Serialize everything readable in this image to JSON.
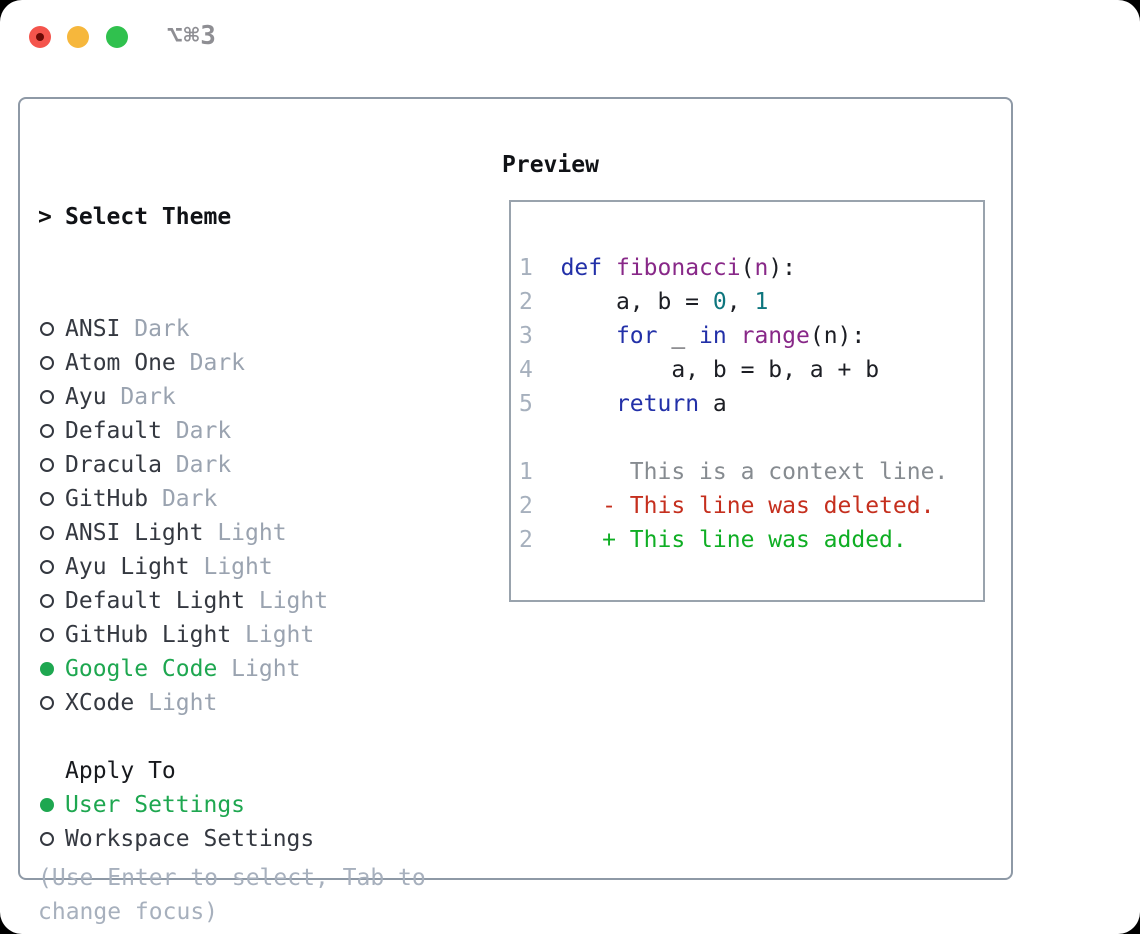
{
  "colors": {
    "light-red": "#f4544c",
    "light-red-dot": "#6b0a06",
    "light-yellow": "#f6b73c",
    "light-green": "#30c14e",
    "title-gray": "#8e8e93",
    "panel-border": "#8e99a6",
    "preview-border": "#99a3ad",
    "accent-green": "#1ea750",
    "item-dark": "#343840",
    "muted-gray": "#9aa3b0",
    "help-gray": "#a7b0bd",
    "line-number": "#a6b0bd",
    "code-plain": "#1c1e24",
    "syn-keyword": "#2230a8",
    "syn-name": "#882888",
    "syn-number": "#0e767e",
    "diff-context": "#868b90",
    "diff-deleted": "#c52f1e",
    "diff-added": "#0fae24"
  },
  "window": {
    "title": "⌥⌘3",
    "traffic_lights": [
      "close",
      "minimize",
      "zoom"
    ]
  },
  "theme_selector": {
    "header": {
      "marker": ">",
      "label": "Select Theme"
    },
    "items": [
      {
        "name": "ANSI",
        "variant": " Dark",
        "selected": false
      },
      {
        "name": "Atom One",
        "variant": " Dark",
        "selected": false
      },
      {
        "name": "Ayu",
        "variant": " Dark",
        "selected": false
      },
      {
        "name": "Default",
        "variant": " Dark",
        "selected": false
      },
      {
        "name": "Dracula",
        "variant": " Dark",
        "selected": false
      },
      {
        "name": "GitHub",
        "variant": " Dark",
        "selected": false
      },
      {
        "name": "ANSI Light",
        "variant": " Light",
        "selected": false
      },
      {
        "name": "Ayu Light",
        "variant": " Light",
        "selected": false
      },
      {
        "name": "Default Light",
        "variant": " Light",
        "selected": false
      },
      {
        "name": "GitHub Light",
        "variant": " Light",
        "selected": false
      },
      {
        "name": "Google Code",
        "variant": " Light",
        "selected": true
      },
      {
        "name": "XCode",
        "variant": " Light",
        "selected": false
      }
    ],
    "apply_to": {
      "label": "Apply To",
      "options": [
        {
          "name": "User Settings",
          "selected": true
        },
        {
          "name": "Workspace Settings",
          "selected": false
        }
      ]
    },
    "help_lines": [
      "(Use Enter to select, Tab to",
      "change focus)"
    ]
  },
  "preview": {
    "label": "Preview",
    "lines": [
      {
        "tokens": [
          {
            "t": "1",
            "c": "ln"
          },
          {
            "t": "  ",
            "c": "pl"
          },
          {
            "t": "def",
            "c": "kw"
          },
          {
            "t": " ",
            "c": "pl"
          },
          {
            "t": "fibonacci",
            "c": "fn"
          },
          {
            "t": "(",
            "c": "pl"
          },
          {
            "t": "n",
            "c": "fn"
          },
          {
            "t": "):",
            "c": "pl"
          }
        ]
      },
      {
        "tokens": [
          {
            "t": "2",
            "c": "ln"
          },
          {
            "t": "  ",
            "c": "pl"
          },
          {
            "t": "    a, b = ",
            "c": "pl"
          },
          {
            "t": "0",
            "c": "num"
          },
          {
            "t": ", ",
            "c": "pl"
          },
          {
            "t": "1",
            "c": "num"
          }
        ]
      },
      {
        "tokens": [
          {
            "t": "3",
            "c": "ln"
          },
          {
            "t": "  ",
            "c": "pl"
          },
          {
            "t": "    ",
            "c": "pl"
          },
          {
            "t": "for",
            "c": "kw"
          },
          {
            "t": " _ ",
            "c": "pl"
          },
          {
            "t": "in",
            "c": "kw"
          },
          {
            "t": " ",
            "c": "pl"
          },
          {
            "t": "range",
            "c": "fn"
          },
          {
            "t": "(n):",
            "c": "pl"
          }
        ]
      },
      {
        "tokens": [
          {
            "t": "4",
            "c": "ln"
          },
          {
            "t": "  ",
            "c": "pl"
          },
          {
            "t": "        a, b = b, a + b",
            "c": "pl"
          }
        ]
      },
      {
        "tokens": [
          {
            "t": "5",
            "c": "ln"
          },
          {
            "t": "  ",
            "c": "pl"
          },
          {
            "t": "    ",
            "c": "pl"
          },
          {
            "t": "return",
            "c": "kw"
          },
          {
            "t": " a",
            "c": "pl"
          }
        ]
      },
      {
        "tokens": []
      },
      {
        "tokens": [
          {
            "t": "1",
            "c": "ln"
          },
          {
            "t": "       ",
            "c": "pl"
          },
          {
            "t": "This is a context line.",
            "c": "ctx"
          }
        ]
      },
      {
        "tokens": [
          {
            "t": "2",
            "c": "ln"
          },
          {
            "t": "     ",
            "c": "pl"
          },
          {
            "t": "- This line was deleted.",
            "c": "del"
          }
        ]
      },
      {
        "tokens": [
          {
            "t": "2",
            "c": "ln"
          },
          {
            "t": "     ",
            "c": "pl"
          },
          {
            "t": "+ This line was added.",
            "c": "add"
          }
        ]
      }
    ]
  }
}
